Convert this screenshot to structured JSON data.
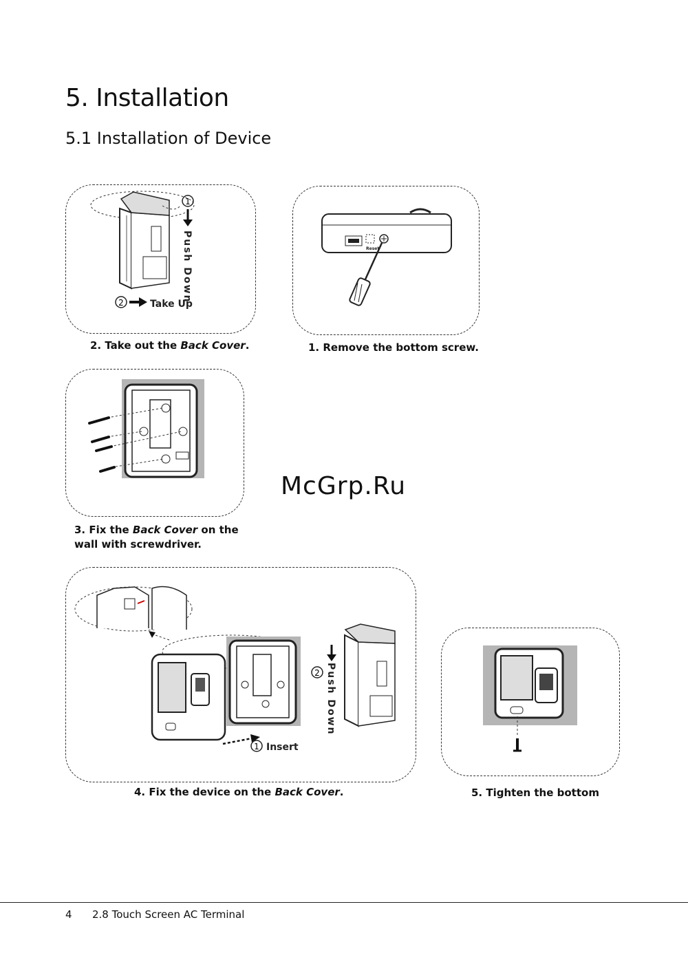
{
  "page": {
    "title": "5. Installation",
    "subtitle": "5.1 Installation of Device",
    "watermark": "McGrp.Ru"
  },
  "steps": {
    "step1": {
      "caption": "1. Remove the bottom screw.",
      "reset_label": "Reset"
    },
    "step2": {
      "caption_prefix": "2. Take out the ",
      "caption_em": "Back Cover",
      "caption_suffix": ".",
      "num1": "1",
      "num2": "2",
      "label_push": "Push Down",
      "label_take": "Take  Up"
    },
    "step3": {
      "caption_prefix": "3. Fix the ",
      "caption_em": "Back Cover",
      "caption_suffix": " on the",
      "caption_line2": "wall with screwdriver."
    },
    "step4": {
      "caption_prefix": "4. Fix the device on the ",
      "caption_em": "Back Cover",
      "caption_suffix": ".",
      "num1": "1",
      "num2": "2",
      "label_insert": "Insert",
      "label_push": "Push Down"
    },
    "step5": {
      "caption": "5. Tighten the bottom"
    }
  },
  "footer": {
    "page_number": "4",
    "doc_title": "2.8 Touch Screen AC Terminal"
  }
}
